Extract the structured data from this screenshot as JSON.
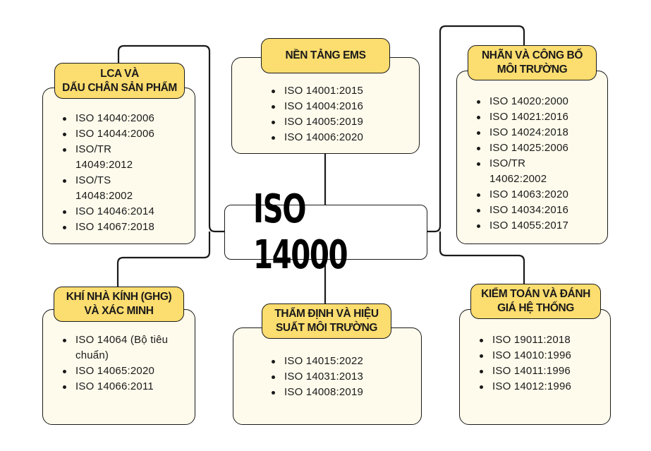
{
  "center": {
    "title": "ISO 14000"
  },
  "colors": {
    "header_fill": "#fcdd6f",
    "card_fill": "#fefbec",
    "line": "#1a1a1a"
  },
  "groups": {
    "lca": {
      "title_lines": [
        "LCA VÀ",
        "DẤU CHÂN SẢN PHẨM"
      ],
      "items": [
        "ISO 14040:2006",
        "ISO 14044:2006",
        "ISO/TR 14049:2012",
        "ISO/TS 14048:2002",
        "ISO 14046:2014",
        "ISO 14067:2018"
      ]
    },
    "ems": {
      "title_lines": [
        "NỀN TẢNG EMS"
      ],
      "items": [
        "ISO 14001:2015",
        "ISO 14004:2016",
        "ISO 14005:2019",
        "ISO 14006:2020"
      ]
    },
    "labels": {
      "title_lines": [
        "NHÃN VÀ CÔNG BỐ",
        "MÔI TRƯỜNG"
      ],
      "items": [
        "ISO 14020:2000",
        "ISO 14021:2016",
        "ISO 14024:2018",
        "ISO 14025:2006",
        "ISO/TR 14062:2002",
        "ISO 14063:2020",
        "ISO 14034:2016",
        "ISO 14055:2017"
      ]
    },
    "ghg": {
      "title_lines": [
        "KHÍ NHÀ KÍNH (GHG)",
        "VÀ XÁC MINH"
      ],
      "items": [
        "ISO 14064 (Bộ tiêu chuẩn)",
        "ISO 14065:2020",
        "ISO 14066:2011"
      ]
    },
    "performance": {
      "title_lines": [
        "THẨM ĐỊNH VÀ HIỆU",
        "SUẤT MÔI TRƯỜNG"
      ],
      "items": [
        "ISO 14015:2022",
        "ISO 14031:2013",
        "ISO 14008:2019"
      ]
    },
    "audit": {
      "title_lines": [
        "KIỂM TOÁN VÀ ĐÁNH",
        "GIÁ HỆ THỐNG"
      ],
      "items": [
        "ISO 19011:2018",
        "ISO 14010:1996",
        "ISO 14011:1996",
        "ISO 14012:1996"
      ]
    }
  }
}
